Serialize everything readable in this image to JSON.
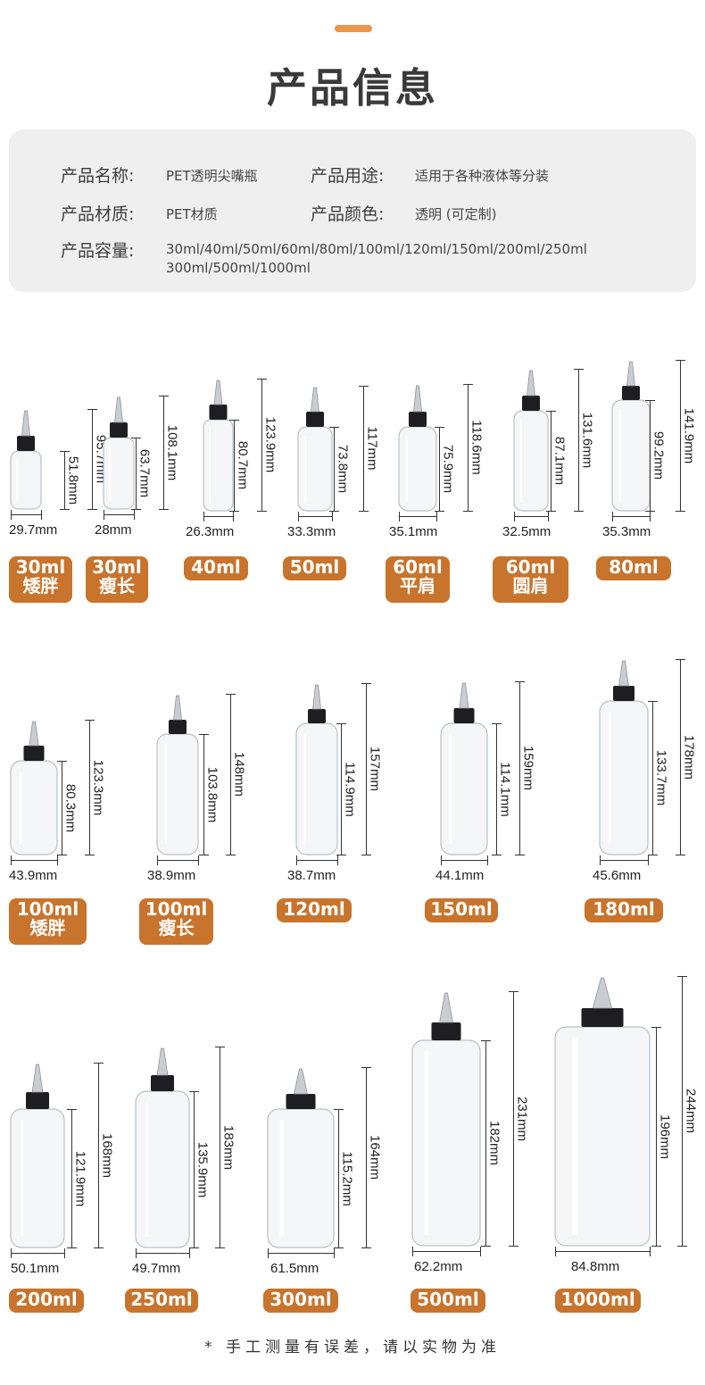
{
  "header": {
    "title": "产品信息"
  },
  "info": {
    "name_label": "产品名称:",
    "name_value": "PET透明尖嘴瓶",
    "use_label": "产品用途:",
    "use_value": "适用于各种液体等分装",
    "material_label": "产品材质:",
    "material_value": "PET材质",
    "color_label": "产品颜色:",
    "color_value": "透明 (可定制)",
    "capacity_label": "产品容量:",
    "capacity_line1": "30ml/40ml/50ml/60ml/80ml/100ml/120ml/150ml/200ml/250ml",
    "capacity_line2": "300ml/500ml/1000ml"
  },
  "bottles": [
    {
      "cap": "30ml",
      "sub": "矮胖",
      "w": "29.7mm",
      "h1": "51.8mm",
      "h2": "95.7mm"
    },
    {
      "cap": "30ml",
      "sub": "瘦长",
      "w": "28mm",
      "h1": "63.7mm",
      "h2": "108.1mm"
    },
    {
      "cap": "40ml",
      "sub": "",
      "w": "26.3mm",
      "h1": "80.7mm",
      "h2": "123.9mm"
    },
    {
      "cap": "50ml",
      "sub": "",
      "w": "33.3mm",
      "h1": "73.8mm",
      "h2": "117mm"
    },
    {
      "cap": "60ml",
      "sub": "平肩",
      "w": "35.1mm",
      "h1": "75.9mm",
      "h2": "118.6mm"
    },
    {
      "cap": "60ml",
      "sub": "圆肩",
      "w": "32.5mm",
      "h1": "87.1mm",
      "h2": "131.6mm"
    },
    {
      "cap": "80ml",
      "sub": "",
      "w": "35.3mm",
      "h1": "99.2mm",
      "h2": "141.9mm"
    },
    {
      "cap": "100ml",
      "sub": "矮胖",
      "w": "43.9mm",
      "h1": "80.3mm",
      "h2": "123.3mm"
    },
    {
      "cap": "100ml",
      "sub": "瘦长",
      "w": "38.9mm",
      "h1": "103.8mm",
      "h2": "148mm"
    },
    {
      "cap": "120ml",
      "sub": "",
      "w": "38.7mm",
      "h1": "114.9mm",
      "h2": "157mm"
    },
    {
      "cap": "150ml",
      "sub": "",
      "w": "44.1mm",
      "h1": "114.1mm",
      "h2": "159mm"
    },
    {
      "cap": "180ml",
      "sub": "",
      "w": "45.6mm",
      "h1": "133.7mm",
      "h2": "178mm"
    },
    {
      "cap": "200ml",
      "sub": "",
      "w": "50.1mm",
      "h1": "121.9mm",
      "h2": "168mm"
    },
    {
      "cap": "250ml",
      "sub": "",
      "w": "49.7mm",
      "h1": "135.9mm",
      "h2": "183mm"
    },
    {
      "cap": "300ml",
      "sub": "",
      "w": "61.5mm",
      "h1": "115.2mm",
      "h2": "164mm"
    },
    {
      "cap": "500ml",
      "sub": "",
      "w": "62.2mm",
      "h1": "182mm",
      "h2": "231mm"
    },
    {
      "cap": "1000ml",
      "sub": "",
      "w": "84.8mm",
      "h1": "196mm",
      "h2": "244mm"
    }
  ],
  "footer": {
    "note": "* 手工测量有误差，请以实物为准"
  },
  "colors": {
    "accent": "#e9954a",
    "badge": "#c8742c",
    "panel": "#efefef"
  }
}
